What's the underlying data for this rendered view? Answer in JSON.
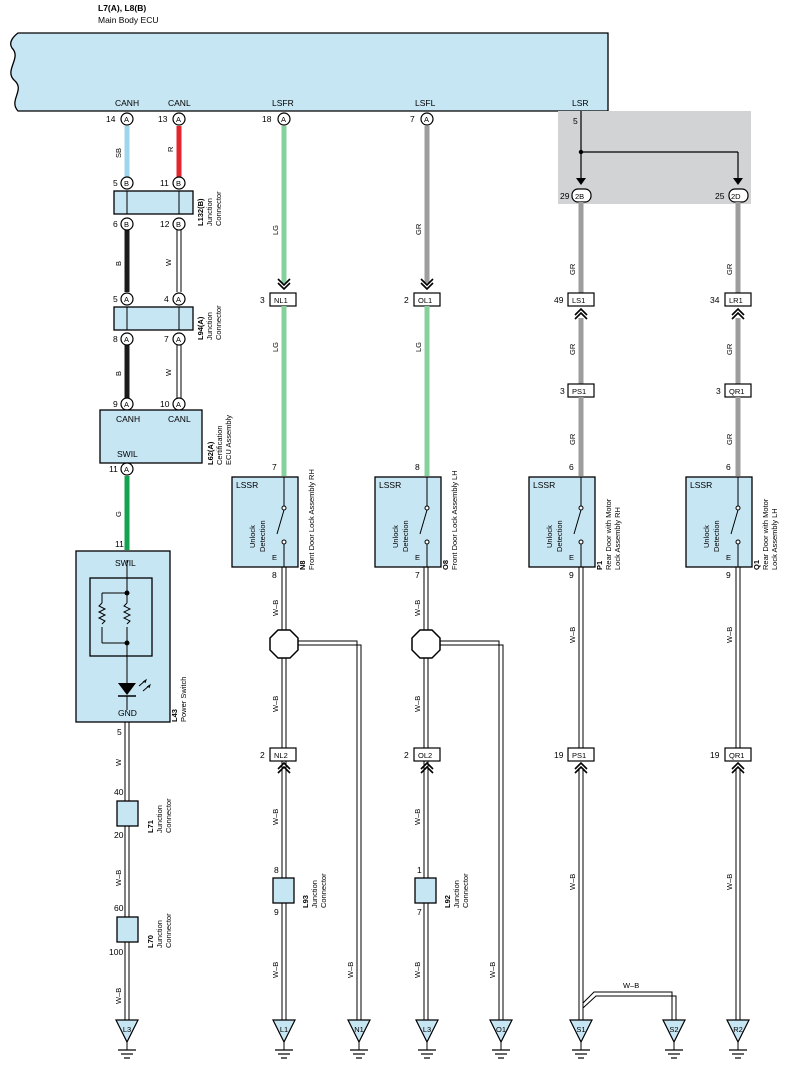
{
  "ecu": {
    "code": "L7(A), L8(B)",
    "name": "Main Body ECU",
    "pins": {
      "canh": "CANH",
      "canl": "CANL",
      "lsfr": "LSFR",
      "lsfl": "LSFL",
      "lsr": "LSR"
    }
  },
  "ecu_pins": {
    "canh_num": "14",
    "canh_conn": "A",
    "canl_num": "13",
    "canl_conn": "A",
    "lsfr_num": "18",
    "lsfr_conn": "A",
    "lsfl_num": "7",
    "lsfl_conn": "A",
    "lsr_num": "5"
  },
  "wire_colors": {
    "sb": "SB",
    "r": "R",
    "b": "B",
    "w": "W",
    "lg": "LG",
    "gr": "GR",
    "g": "G",
    "wb": "W–B"
  },
  "l132": {
    "code": "L132(B)",
    "name_line1": "Junction",
    "name_line2": "Connector",
    "pin_tl": "5",
    "pin_tr": "11",
    "pin_bl": "6",
    "pin_br": "12",
    "conn": "B"
  },
  "l94": {
    "code": "L94(A)",
    "name_line1": "Junction",
    "name_line2": "Connector",
    "pin_tl": "5",
    "pin_tr": "4",
    "pin_bl": "8",
    "pin_br": "7",
    "conn": "A"
  },
  "l62": {
    "code": "L62(A)",
    "name_line1": "Certification",
    "name_line2": "ECU Assembly",
    "canh": "CANH",
    "canl": "CANL",
    "swil": "SWIL",
    "pin_canh": "9",
    "pin_canl": "10",
    "pin_swil": "11",
    "conn": "A"
  },
  "l43": {
    "code": "L43",
    "name": "Power Switch",
    "swil": "SWIL",
    "gnd": "GND",
    "pin_swil": "11",
    "pin_gnd": "5"
  },
  "l71": {
    "code": "L71",
    "name_line1": "Junction",
    "name_line2": "Connector",
    "pin_top": "40",
    "pin_bottom": "20"
  },
  "l70": {
    "code": "L70",
    "name_line1": "Junction",
    "name_line2": "Connector",
    "pin_top": "60",
    "pin_bottom": "100"
  },
  "l93": {
    "code": "L93",
    "name_line1": "Junction",
    "name_line2": "Connector",
    "pin_top": "8",
    "pin_bottom": "9"
  },
  "l92": {
    "code": "L92",
    "name_line1": "Junction",
    "name_line2": "Connector",
    "pin_top": "1",
    "pin_bottom": "7"
  },
  "lsr_junction": {
    "left_pin": "29",
    "left_conn": "2B",
    "right_pin": "25",
    "right_conn": "2D"
  },
  "locks": [
    {
      "code": "N8",
      "name_line1": "Front Door Lock Assembly RH",
      "name_line2": "",
      "pin_top": "7",
      "pin_bottom": "8",
      "lssr": "LSSR",
      "detect1": "Unlock",
      "detect2": "Detection",
      "e": "E"
    },
    {
      "code": "O8",
      "name_line1": "Front Door Lock Assembly LH",
      "name_line2": "",
      "pin_top": "8",
      "pin_bottom": "7",
      "lssr": "LSSR",
      "detect1": "Unlock",
      "detect2": "Detection",
      "e": "E"
    },
    {
      "code": "P1",
      "name_line1": "Rear Door with Motor",
      "name_line2": "Lock Assembly RH",
      "pin_top": "6",
      "pin_bottom": "9",
      "lssr": "LSSR",
      "detect1": "Unlock",
      "detect2": "Detection",
      "e": "E"
    },
    {
      "code": "Q1",
      "name_line1": "Rear Door with Motor",
      "name_line2": "Lock Assembly LH",
      "pin_top": "6",
      "pin_bottom": "9",
      "lssr": "LSSR",
      "detect1": "Unlock",
      "detect2": "Detection",
      "e": "E"
    }
  ],
  "connectors": {
    "nl1": {
      "label": "NL1",
      "pin": "3"
    },
    "ol1": {
      "label": "OL1",
      "pin": "2"
    },
    "ls1": {
      "label": "LS1",
      "pin": "49"
    },
    "lr1": {
      "label": "LR1",
      "pin": "34"
    },
    "ps1a": {
      "label": "PS1",
      "pin": "3"
    },
    "qr1a": {
      "label": "QR1",
      "pin": "3"
    },
    "nl2": {
      "label": "NL2",
      "pin": "2"
    },
    "ol2": {
      "label": "OL2",
      "pin": "2"
    },
    "ps1b": {
      "label": "PS1",
      "pin": "19"
    },
    "qr1b": {
      "label": "QR1",
      "pin": "19"
    }
  },
  "grounds": [
    "L3",
    "L1",
    "N1",
    "L3",
    "O1",
    "S1",
    "S2",
    "R2"
  ],
  "colors": {
    "box_fill": "#c7e6f4",
    "shade": "#d2d3d5",
    "lg": "#86d09c",
    "gr": "#9d9d9d",
    "sb": "#9fd6ee",
    "r": "#e2262b",
    "b": "#1b1b1b",
    "g": "#13a24f"
  }
}
